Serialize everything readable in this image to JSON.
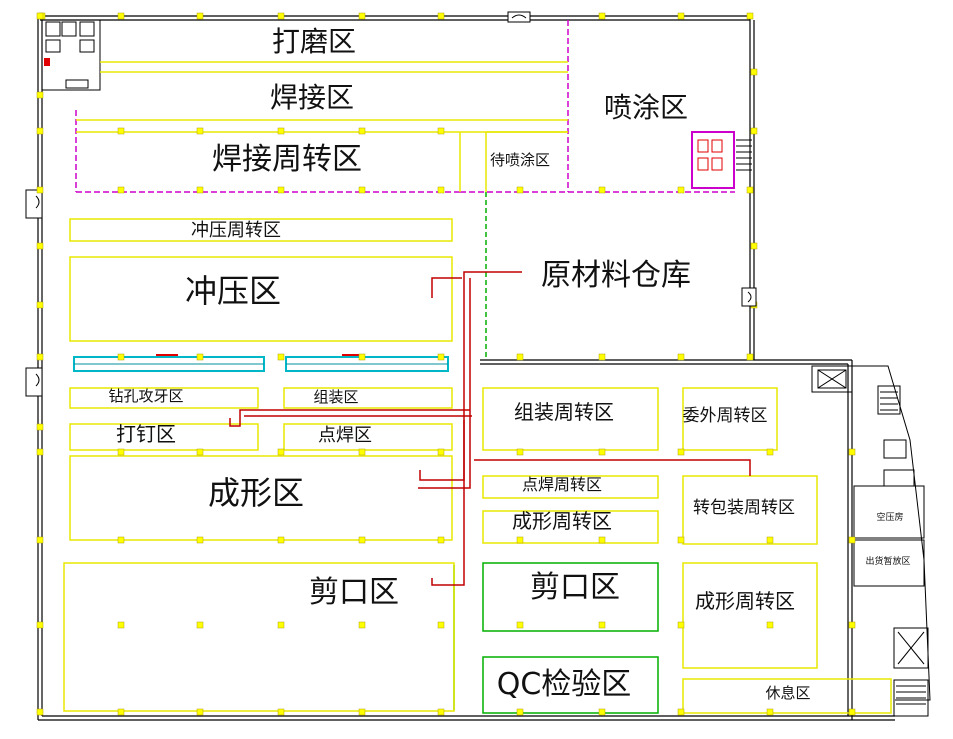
{
  "colors": {
    "wall": "#000000",
    "zone_yellow": "#e8e800",
    "zone_green": "#00b000",
    "spray_magenta": "#cc00cc",
    "route_red": "#c00000",
    "bar_cyan": "#00b7c8",
    "column_yellow": "#ffff00"
  },
  "zones": {
    "grinding": "打磨区",
    "welding": "焊接区",
    "welding_turnover": "焊接周转区",
    "spraying": "喷涂区",
    "pre_spray": "待喷涂区",
    "stamping_turnover": "冲压周转区",
    "raw_material_warehouse": "原材料仓库",
    "stamping": "冲压区",
    "drill_tap": "钻孔攻牙区",
    "assembly": "组装区",
    "nailing": "打钉区",
    "spot_weld": "点焊区",
    "forming": "成形区",
    "shearing_left": "剪口区",
    "assembly_turnover": "组装周转区",
    "outsource_turnover": "委外周转区",
    "spot_weld_turnover": "点焊周转区",
    "transfer_pack_turnover": "转包装周转区",
    "forming_turnover_mid": "成形周转区",
    "shearing_mid": "剪口区",
    "forming_turnover_right": "成形周转区",
    "qc_inspection": "QC检验区",
    "rest_area": "休息区",
    "air_compressor_room": "空压房",
    "shipping_temp_storage": "出货暂放区"
  }
}
